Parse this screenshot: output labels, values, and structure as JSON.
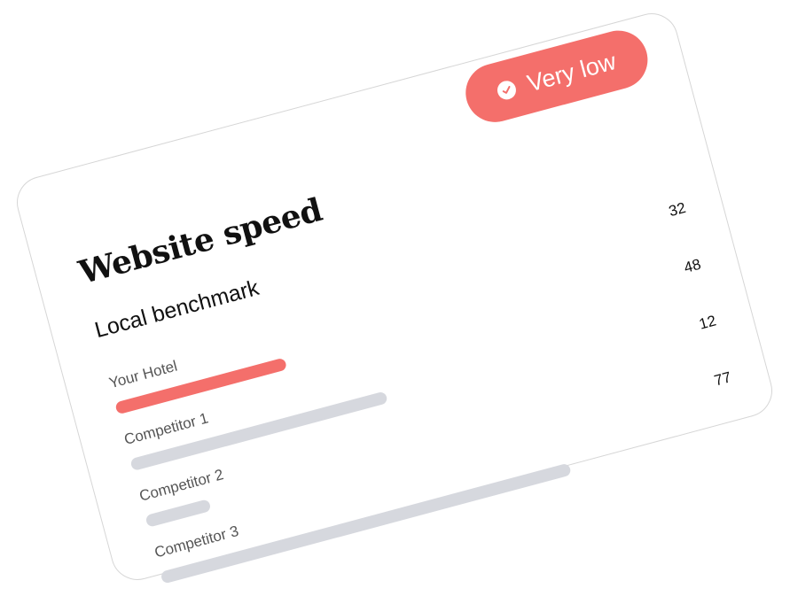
{
  "badge": {
    "label": "Very low",
    "color": "#f46f6b",
    "icon": "check-circle-icon"
  },
  "title": "Website speed",
  "subtitle": "Local benchmark",
  "colors": {
    "primary_bar": "#f46f6b",
    "benchmark_bar": "#d6d8de"
  },
  "chart_data": {
    "type": "bar",
    "title": "Website speed",
    "subtitle": "Local benchmark",
    "categories": [
      "Your Hotel",
      "Competitor 1",
      "Competitor 2",
      "Competitor 3"
    ],
    "values": [
      32,
      48,
      12,
      77
    ],
    "ylim": [
      0,
      100
    ],
    "grid": false
  }
}
